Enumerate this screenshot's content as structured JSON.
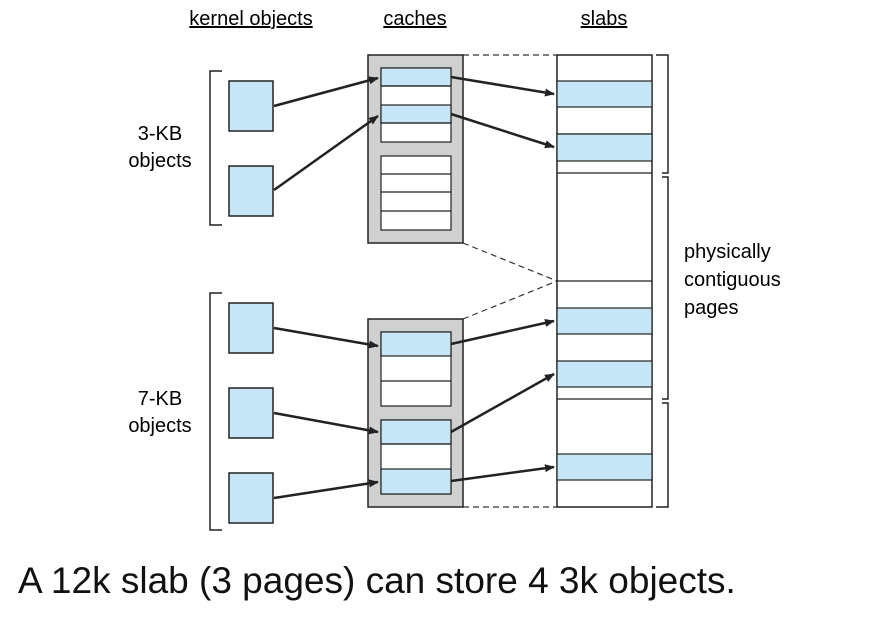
{
  "headers": {
    "kernel_objects": "kernel objects",
    "caches": "caches",
    "slabs": "slabs"
  },
  "labels": {
    "obj3_line1": "3-KB",
    "obj3_line2": "objects",
    "obj7_line1": "7-KB",
    "obj7_line2": "objects",
    "pages_line1": "physically",
    "pages_line2": "contiguous",
    "pages_line3": "pages"
  },
  "caption": "A 12k slab (3 pages) can store 4 3k objects.",
  "colors": {
    "object_fill": "#c6e6f7",
    "cache_frame": "#d0d0d0",
    "stroke": "#222222"
  }
}
